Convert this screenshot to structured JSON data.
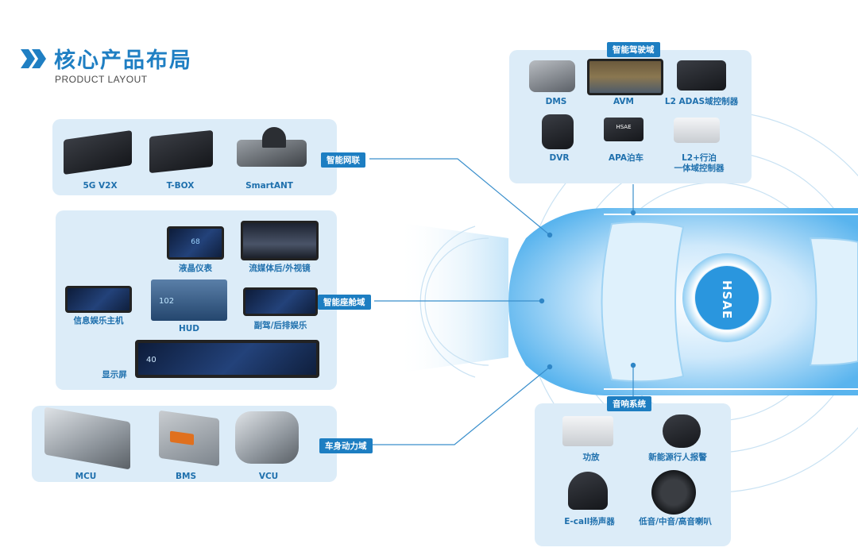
{
  "header": {
    "title": "核心产品布局",
    "subtitle": "PRODUCT LAYOUT"
  },
  "car_logo": "HSAE",
  "colors": {
    "accent": "#1d7ec2",
    "panel": "#dcecf8",
    "label": "#1f70ad"
  },
  "groups": {
    "connectivity": {
      "tag": "智能网联",
      "products": [
        "5G V2X",
        "T-BOX",
        "SmartANT"
      ]
    },
    "cockpit": {
      "tag": "智能座舱域",
      "products": [
        "液晶仪表",
        "流媒体后/外视镜",
        "信息娱乐主机",
        "HUD",
        "副驾/后排娱乐",
        "显示屏"
      ],
      "screen_readouts": {
        "cluster_speed": "68",
        "cluster_left": "40",
        "hud_speed": "102"
      }
    },
    "body_power": {
      "tag": "车身动力域",
      "products": [
        "MCU",
        "BMS",
        "VCU"
      ]
    },
    "adas": {
      "tag": "智能驾驶域",
      "products": [
        "DMS",
        "AVM",
        "L2 ADAS域控制器",
        "DVR",
        "APA泊车",
        "L2+行泊",
        "一体域控制器"
      ]
    },
    "audio": {
      "tag": "音响系统",
      "products": [
        "功放",
        "新能源行人报警",
        "E-call扬声器",
        "低音/中音/高音喇叭"
      ]
    }
  }
}
